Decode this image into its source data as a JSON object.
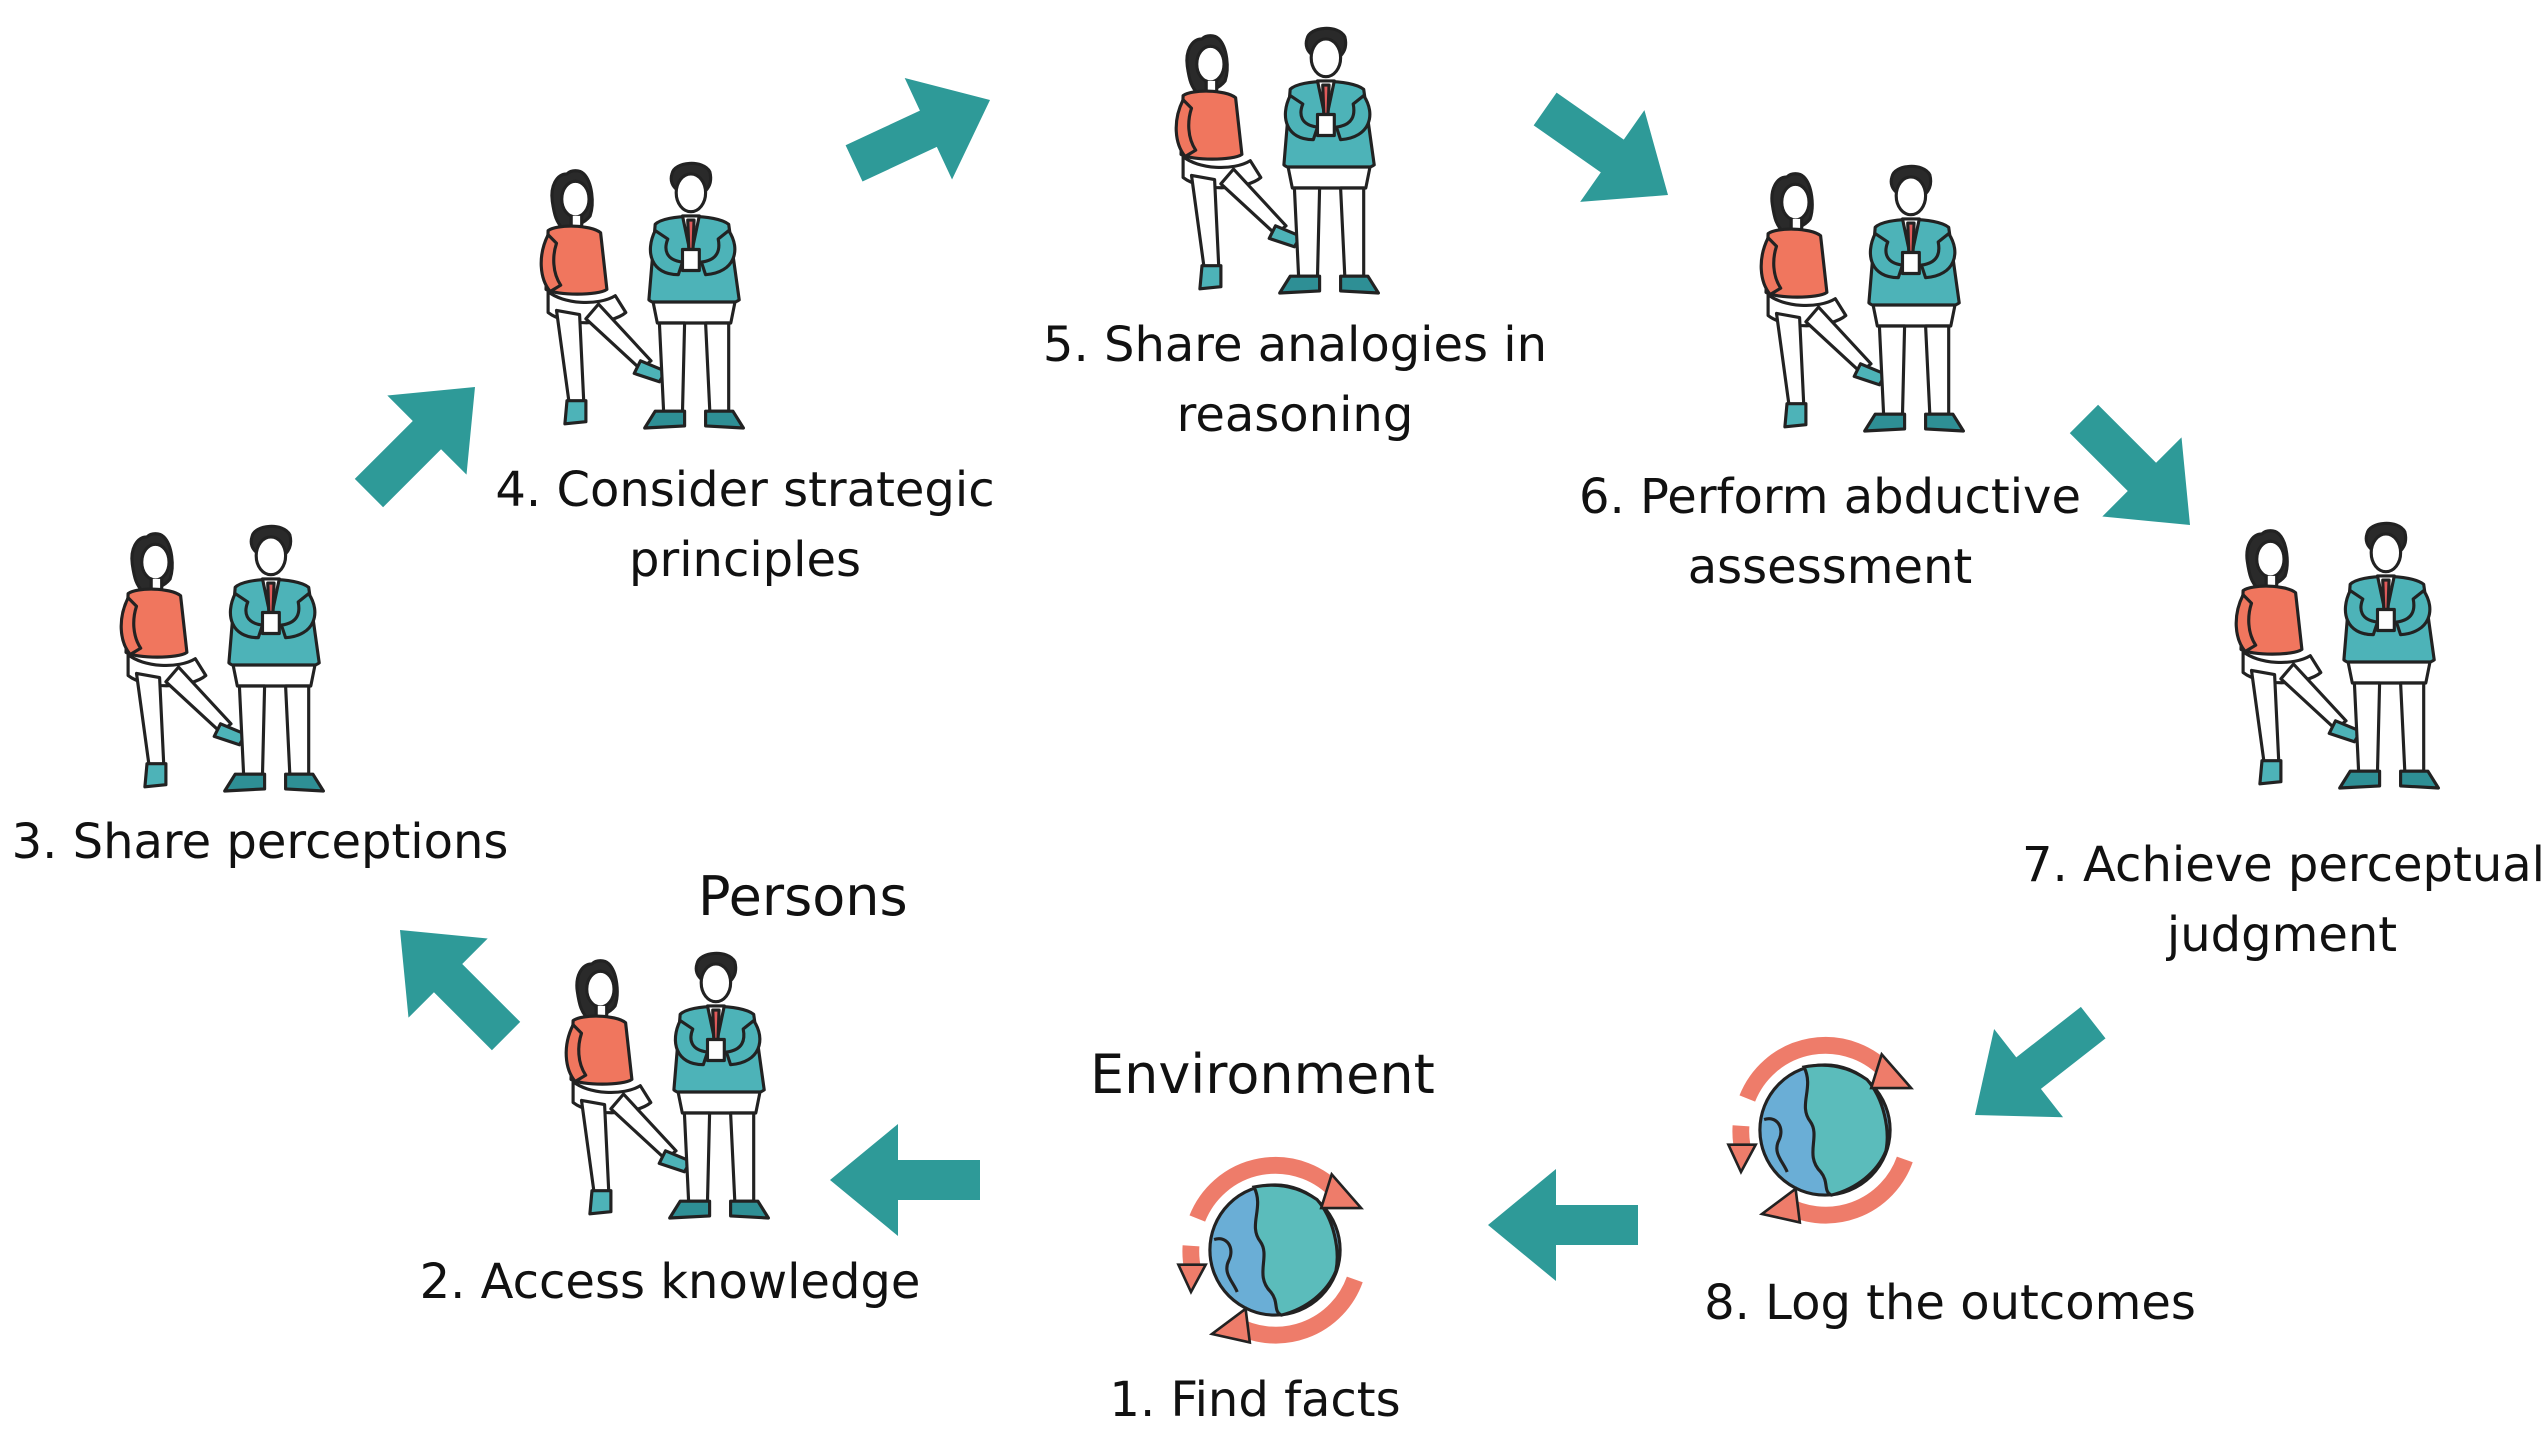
{
  "headings": {
    "persons": "Persons",
    "environment": "Environment"
  },
  "steps": [
    {
      "number": 1,
      "lines": [
        "1. Find facts"
      ],
      "icon": "globe-cycle-icon"
    },
    {
      "number": 2,
      "lines": [
        "2. Access knowledge"
      ],
      "icon": "persons-icon"
    },
    {
      "number": 3,
      "lines": [
        "3. Share perceptions"
      ],
      "icon": "persons-icon"
    },
    {
      "number": 4,
      "lines": [
        "4. Consider strategic",
        "principles"
      ],
      "icon": "persons-icon"
    },
    {
      "number": 5,
      "lines": [
        "5. Share analogies in",
        "reasoning"
      ],
      "icon": "persons-icon"
    },
    {
      "number": 6,
      "lines": [
        "6. Perform abductive",
        "assessment"
      ],
      "icon": "persons-icon"
    },
    {
      "number": 7,
      "lines": [
        "7. Achieve perceptual",
        "judgment"
      ],
      "icon": "persons-icon"
    },
    {
      "number": 8,
      "lines": [
        "8. Log the outcomes"
      ],
      "icon": "globe-cycle-icon"
    }
  ],
  "colors": {
    "arrow": "#2e9a98",
    "teal_clothing": "#4db3b8",
    "orange_top": "#f0765e",
    "cycle_arrow": "#ee7c6a",
    "globe_water": "#6aaed6",
    "globe_land": "#5bbcbb",
    "outline": "#222222"
  }
}
